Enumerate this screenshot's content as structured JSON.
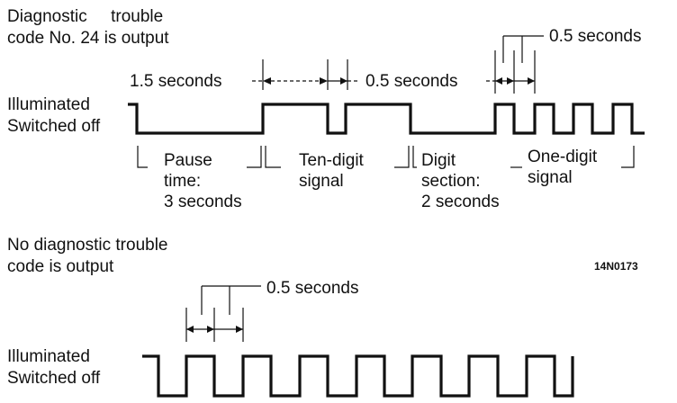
{
  "top": {
    "title_line1": "Diagnostic     trouble",
    "title_line2": "code No. 24 is output",
    "level_on": "Illuminated",
    "level_off": "Switched off",
    "dim_pause": "1.5 seconds",
    "dim_pulse": "0.5 seconds",
    "dim_pulse_top": "0.5 seconds",
    "pause_line1": "Pause",
    "pause_line2": "time:",
    "pause_line3": "3 seconds",
    "tens_line1": "Ten-digit",
    "tens_line2": "signal",
    "digit_line1": "Digit",
    "digit_line2": "section:",
    "digit_line3": "2 seconds",
    "ones_line1": "One-digit",
    "ones_line2": "signal"
  },
  "bottom": {
    "title_line1": "No diagnostic trouble",
    "title_line2": "code is output",
    "level_on": "Illuminated",
    "level_off": "Switched off",
    "dim_pulse": "0.5 seconds"
  },
  "figure_code": "14N0173"
}
